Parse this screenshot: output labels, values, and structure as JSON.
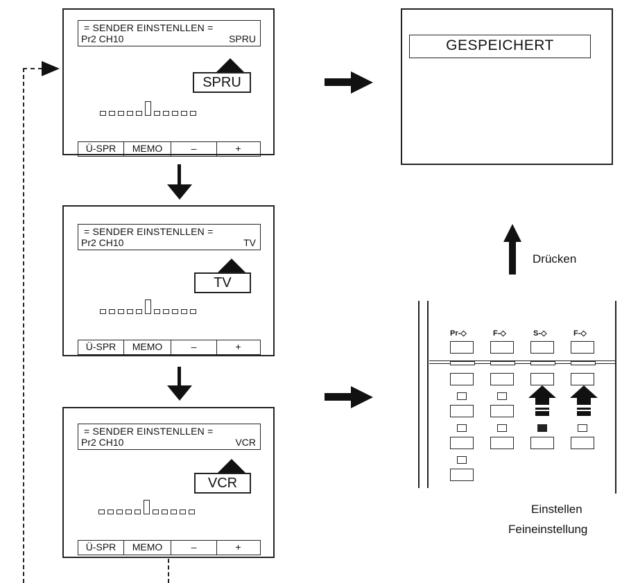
{
  "screens": [
    {
      "title": "= SENDER EINSTENLLEN =",
      "program": "Pr2 CH10",
      "mode": "SPRU",
      "mode_box": "SPRU"
    },
    {
      "title": "= SENDER EINSTENLLEN =",
      "program": "Pr2 CH10",
      "mode": "TV",
      "mode_box": "TV"
    },
    {
      "title": "= SENDER EINSTENLLEN =",
      "program": "Pr2 CH10",
      "mode": "VCR",
      "mode_box": "VCR"
    }
  ],
  "menu": {
    "uspr": "Ü-SPR",
    "memo": "MEMO",
    "minus": "–",
    "plus": "+"
  },
  "result_screen": {
    "label": "GESPEICHERT"
  },
  "press_label": "Drücken",
  "remote": {
    "top_labels": [
      "Pr-◇",
      "F-◇",
      "S-◇",
      "F-◇"
    ]
  },
  "captions": {
    "line1": "Einstellen",
    "line2": "Feineinstellung"
  },
  "icons": {
    "arrows": "arrow-icon",
    "hand": "hand-pointer-icon"
  }
}
